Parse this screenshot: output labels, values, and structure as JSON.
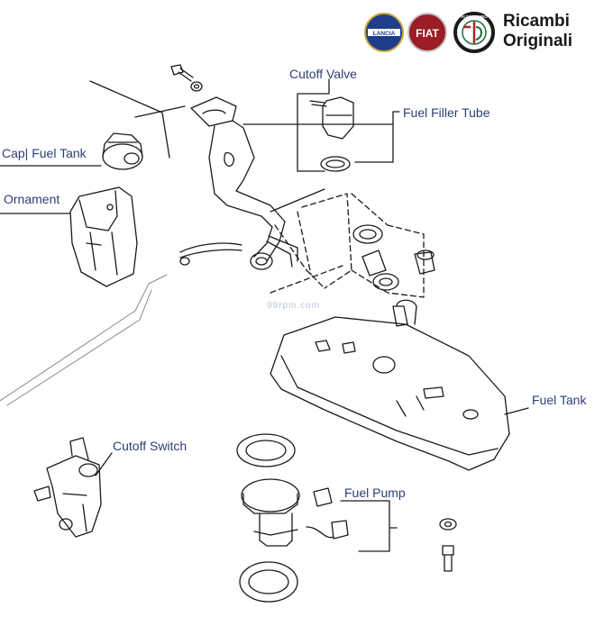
{
  "brand": {
    "logos": [
      {
        "name": "lancia-logo",
        "text": "LANCIA",
        "color": "#1f3d8a"
      },
      {
        "name": "fiat-logo",
        "text": "FIAT",
        "color": "#9b1d26"
      },
      {
        "name": "alfa-romeo-logo",
        "text": "ALFA ROMEO",
        "color": "#1e6b3a"
      }
    ],
    "title_line1": "Ricambi",
    "title_line2": "Originali"
  },
  "watermark": "99rpm.com",
  "labels": {
    "cutoff_valve": "Cutoff Valve",
    "fuel_filler_tube": "Fuel Filler Tube",
    "cap_fuel_tank": "Cap| Fuel Tank",
    "ornament": "Ornament",
    "fuel_tank": "Fuel Tank",
    "cutoff_switch": "Cutoff Switch",
    "fuel_pump": "Fuel Pump"
  },
  "colors": {
    "label_text": "#2d3e78",
    "line": "#1a1a1a",
    "background": "#ffffff"
  }
}
